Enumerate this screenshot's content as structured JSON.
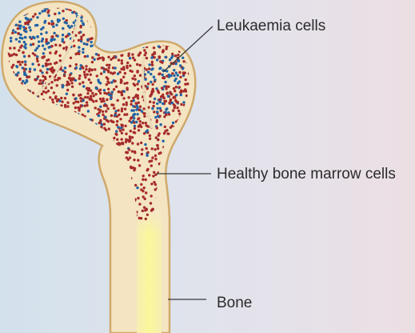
{
  "labels": {
    "leukaemia": "Leukaemia cells",
    "healthy": "Healthy bone marrow cells",
    "bone": "Bone"
  },
  "colors": {
    "leukaemia_cells": "#2063a6",
    "healthy_cells": "#a52a2a",
    "bone": "#f4e4c1",
    "bone_outline": "#cfa96b",
    "medullary_canal": "#fbf39b",
    "leader_lines": "#3a3a3a"
  },
  "icons": {
    "structure": "femur-cross-section",
    "cells": "cell-dot"
  }
}
